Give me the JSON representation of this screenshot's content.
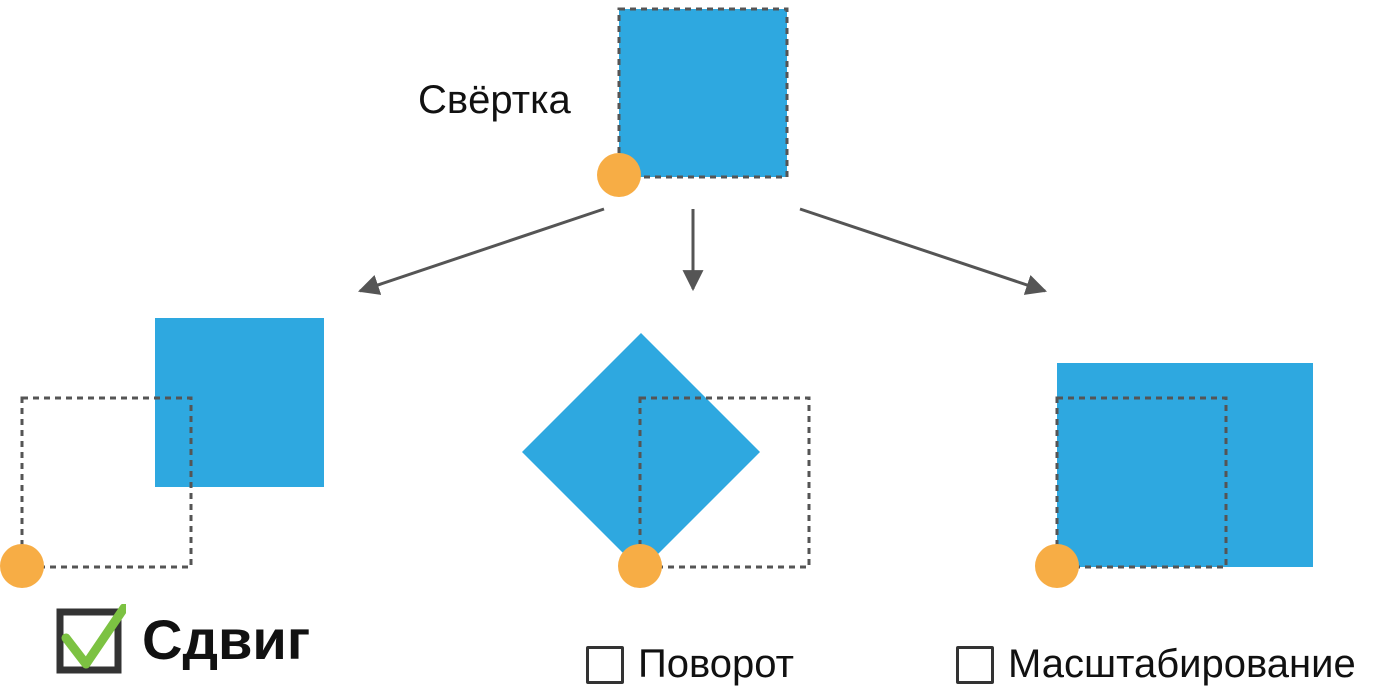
{
  "source": {
    "label": "Свёртка"
  },
  "options": [
    {
      "id": "shift",
      "label": "Сдвиг",
      "checked": true
    },
    {
      "id": "rotate",
      "label": "Поворот",
      "checked": false
    },
    {
      "id": "scale",
      "label": "Масштабирование",
      "checked": false
    }
  ],
  "colors": {
    "shape": "#2ea8e0",
    "pivot": "#f7ad45",
    "outline": "#555555",
    "arrow": "#555555",
    "check": "#7cc242",
    "checkbox_border": "#333333"
  }
}
